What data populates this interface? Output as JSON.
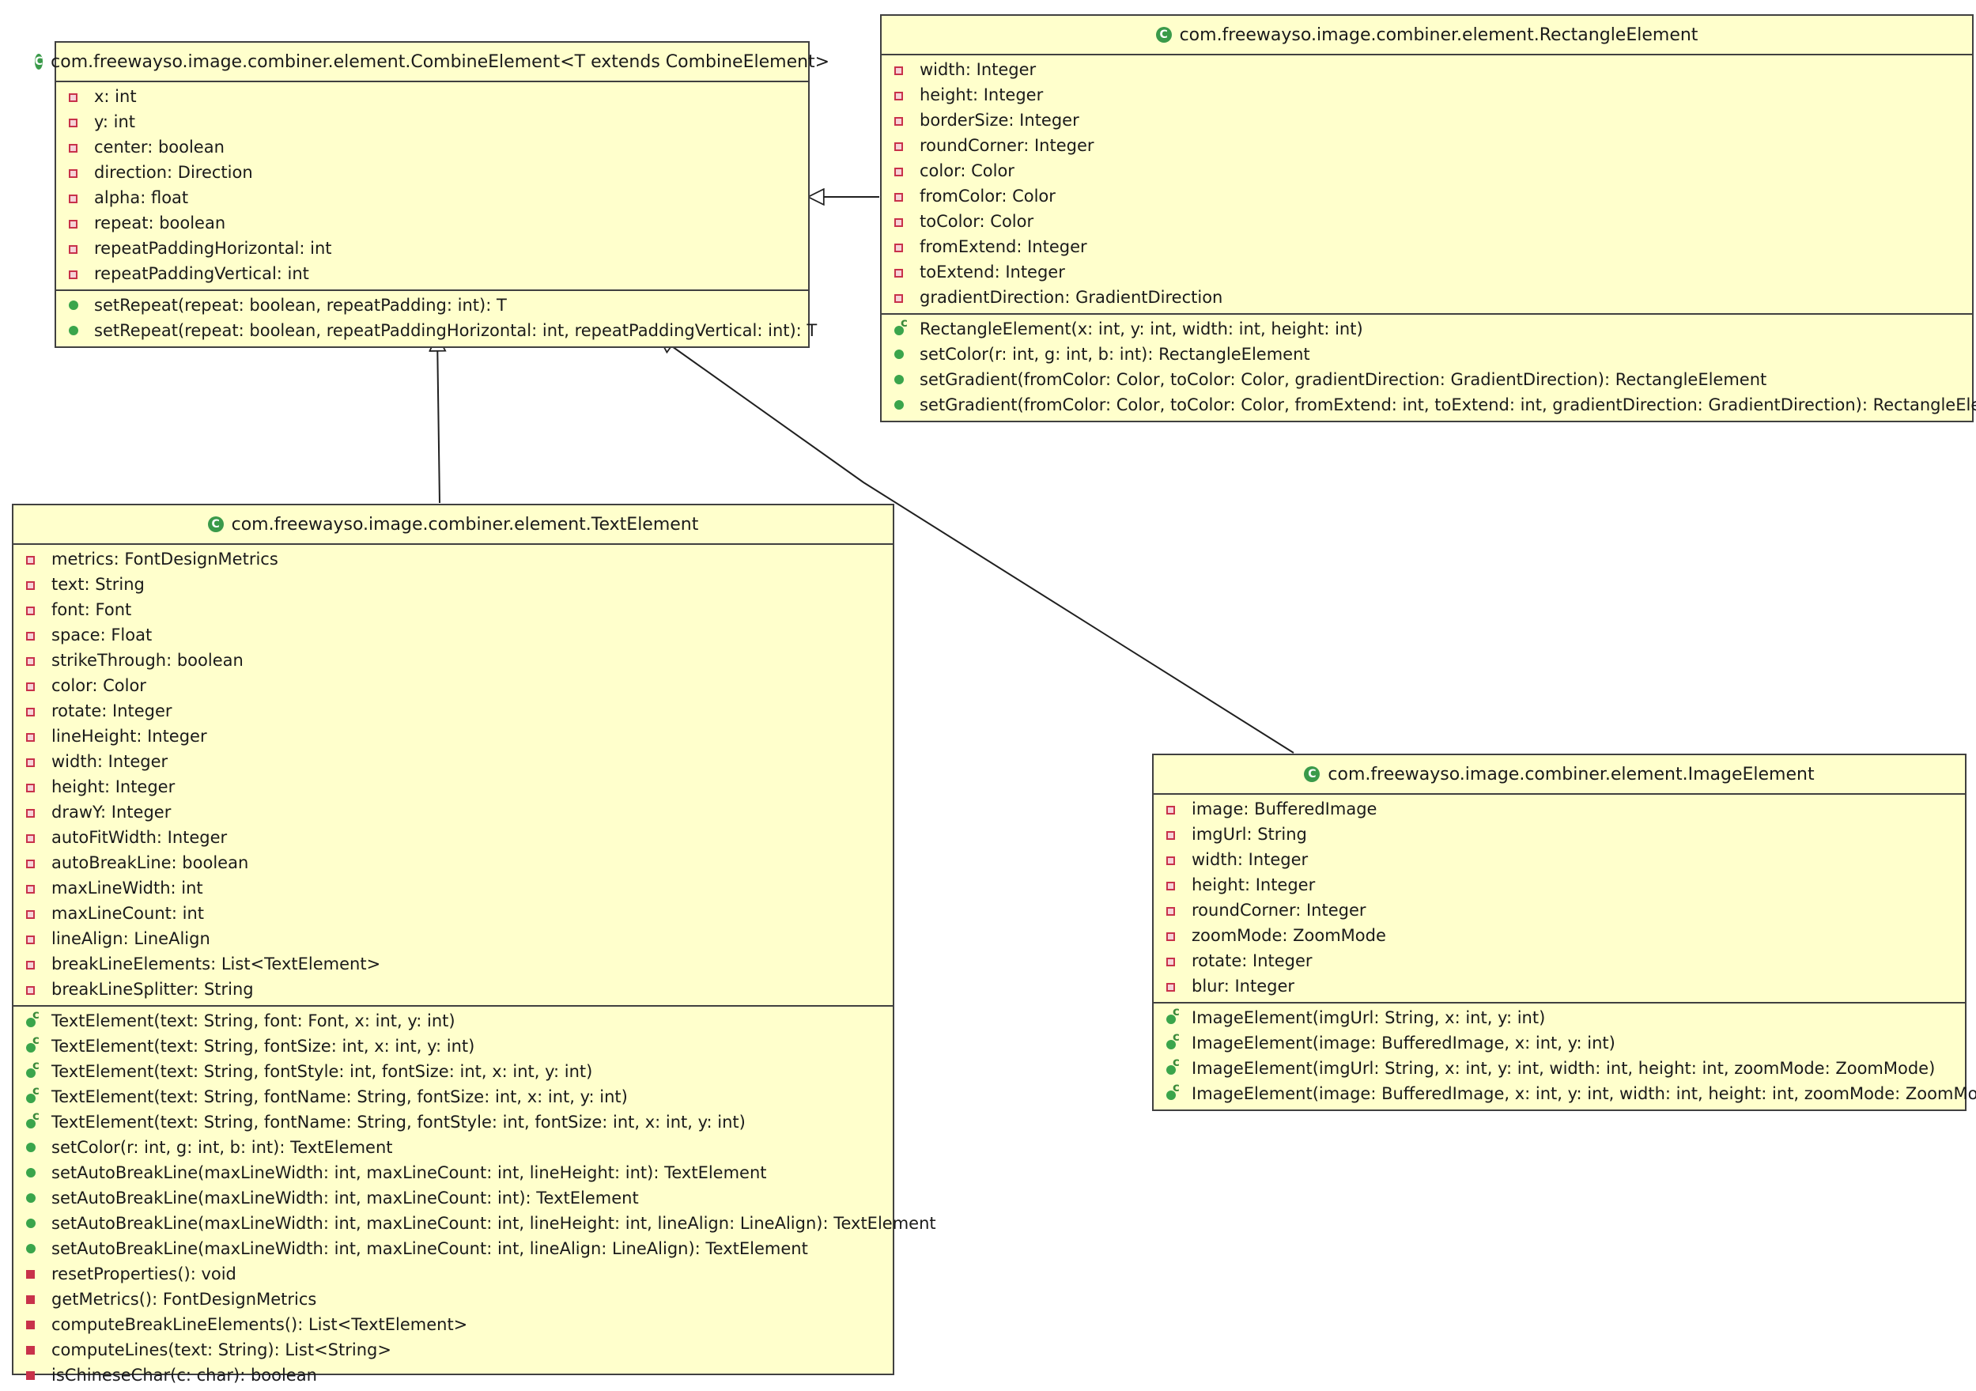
{
  "classes": {
    "combine": {
      "name": "com.freewayso.image.combiner.element.CombineElement<T extends CombineElement>",
      "fields": [
        "x: int",
        "y: int",
        "center: boolean",
        "direction: Direction",
        "alpha: float",
        "repeat: boolean",
        "repeatPaddingHorizontal: int",
        "repeatPaddingVertical: int"
      ],
      "methods": [
        "setRepeat(repeat: boolean, repeatPadding: int): T",
        "setRepeat(repeat: boolean, repeatPaddingHorizontal: int, repeatPaddingVertical: int): T"
      ]
    },
    "rectangle": {
      "name": "com.freewayso.image.combiner.element.RectangleElement",
      "fields": [
        "width: Integer",
        "height: Integer",
        "borderSize: Integer",
        "roundCorner: Integer",
        "color: Color",
        "fromColor: Color",
        "toColor: Color",
        "fromExtend: Integer",
        "toExtend: Integer",
        "gradientDirection: GradientDirection"
      ],
      "methods": [
        "RectangleElement(x: int, y: int, width: int, height: int)",
        "setColor(r: int, g: int, b: int): RectangleElement",
        "setGradient(fromColor: Color, toColor: Color, gradientDirection: GradientDirection): RectangleElement",
        "setGradient(fromColor: Color, toColor: Color, fromExtend: int, toExtend: int, gradientDirection: GradientDirection): RectangleElement"
      ]
    },
    "text": {
      "name": "com.freewayso.image.combiner.element.TextElement",
      "fields": [
        "metrics: FontDesignMetrics",
        "text: String",
        "font: Font",
        "space: Float",
        "strikeThrough: boolean",
        "color: Color",
        "rotate: Integer",
        "lineHeight: Integer",
        "width: Integer",
        "height: Integer",
        "drawY: Integer",
        "autoFitWidth: Integer",
        "autoBreakLine: boolean",
        "maxLineWidth: int",
        "maxLineCount: int",
        "lineAlign: LineAlign",
        "breakLineElements: List<TextElement>",
        "breakLineSplitter: String"
      ],
      "methods": [
        "TextElement(text: String, font: Font, x: int, y: int)",
        "TextElement(text: String, fontSize: int, x: int, y: int)",
        "TextElement(text: String, fontStyle: int, fontSize: int, x: int, y: int)",
        "TextElement(text: String, fontName: String, fontSize: int, x: int, y: int)",
        "TextElement(text: String, fontName: String, fontStyle: int, fontSize: int, x: int, y: int)",
        "setColor(r: int, g: int, b: int): TextElement",
        "setAutoBreakLine(maxLineWidth: int, maxLineCount: int, lineHeight: int): TextElement",
        "setAutoBreakLine(maxLineWidth: int, maxLineCount: int): TextElement",
        "setAutoBreakLine(maxLineWidth: int, maxLineCount: int, lineHeight: int, lineAlign: LineAlign): TextElement",
        "setAutoBreakLine(maxLineWidth: int, maxLineCount: int, lineAlign: LineAlign): TextElement",
        "resetProperties(): void",
        "getMetrics(): FontDesignMetrics",
        "computeBreakLineElements(): List<TextElement>",
        "computeLines(text: String): List<String>",
        "isChineseChar(c: char): boolean"
      ]
    },
    "image": {
      "name": "com.freewayso.image.combiner.element.ImageElement",
      "fields": [
        "image: BufferedImage",
        "imgUrl: String",
        "width: Integer",
        "height: Integer",
        "roundCorner: Integer",
        "zoomMode: ZoomMode",
        "rotate: Integer",
        "blur: Integer"
      ],
      "methods": [
        "ImageElement(imgUrl: String, x: int, y: int)",
        "ImageElement(image: BufferedImage, x: int, y: int)",
        "ImageElement(imgUrl: String, x: int, y: int, width: int, height: int, zoomMode: ZoomMode)",
        "ImageElement(image: BufferedImage, x: int, y: int, width: int, height: int, zoomMode: ZoomMode)"
      ]
    }
  },
  "method_kinds": {
    "combine": [
      "public",
      "public"
    ],
    "rectangle": [
      "ctor",
      "public",
      "public",
      "public"
    ],
    "text": [
      "ctor",
      "ctor",
      "ctor",
      "ctor",
      "ctor",
      "public",
      "public",
      "public",
      "public",
      "public",
      "private",
      "private",
      "private",
      "private",
      "private"
    ],
    "image": [
      "ctor",
      "ctor",
      "ctor",
      "ctor"
    ]
  },
  "colors": {
    "box_fill": "#ffffcc",
    "border": "#404040",
    "private": "#c8324a",
    "public": "#3aa54b"
  }
}
